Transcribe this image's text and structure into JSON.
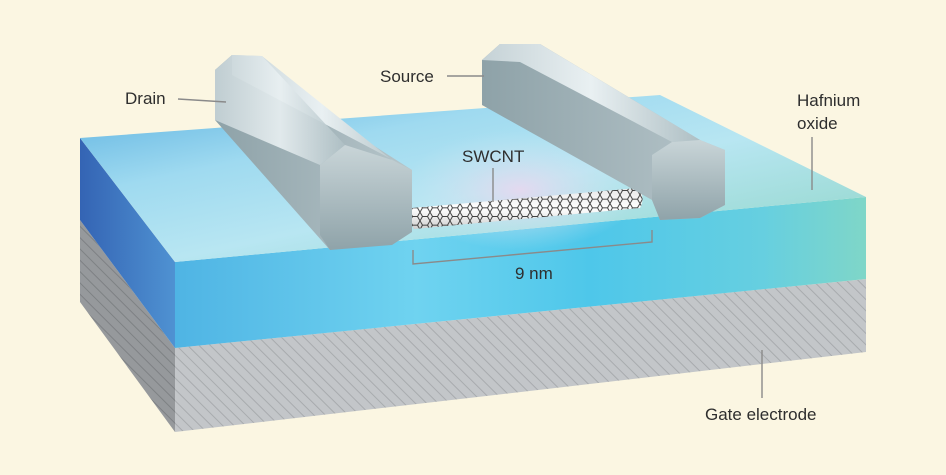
{
  "labels": {
    "drain": "Drain",
    "source": "Source",
    "hafnium_oxide_line1": "Hafnium",
    "hafnium_oxide_line2": "oxide",
    "swcnt": "SWCNT",
    "channel_length": "9 nm",
    "gate_electrode": "Gate electrode"
  },
  "colors": {
    "background": "#fbf6e2",
    "oxide_top": "#8fd3ec",
    "oxide_front": "#5bc6ea",
    "oxide_left": "#3c78c0",
    "gate_front": "#b9bcbf",
    "gate_side": "#8c8f92",
    "contact_metal": "#9fb1b7",
    "nanotube": "#222222"
  }
}
